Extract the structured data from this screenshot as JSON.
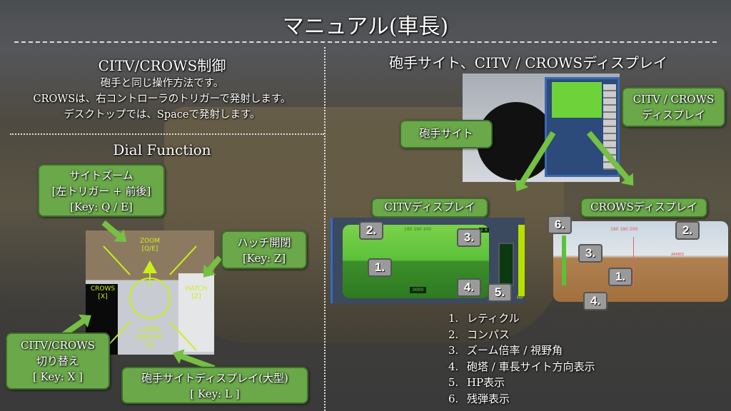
{
  "title": "マニュアル(車長)",
  "left": {
    "heading": "CITV/CROWS制御",
    "lines": [
      "砲手と同じ操作方法です。",
      "CROWSは、右コントローラのトリガーで発射します。",
      "デスクトップでは、Spaceで発射します。"
    ],
    "dial_heading": "Dial Function",
    "callouts": {
      "zoom": [
        "サイトズーム",
        "[左トリガー + 前後]",
        "[Key: Q / E]"
      ],
      "hatch": [
        "ハッチ開閉",
        "[Key: Z]"
      ],
      "switch": [
        "CITV/CROWS",
        "切り替え",
        "[ Key: X ]"
      ],
      "large": [
        "砲手サイトディスプレイ(大型)",
        "[ Key: L ]"
      ]
    },
    "dial": {
      "zoom": [
        "ZOOM",
        "[Q/E]"
      ],
      "crows": [
        "CROWS",
        "[X]"
      ],
      "hatch": [
        "HATCH",
        "[Z]"
      ],
      "large": [
        "LARGE",
        "DISPLAY",
        "[L]"
      ]
    }
  },
  "right": {
    "heading": "砲手サイト、CITV / CROWSディスプレイ",
    "gunner_sight": "砲手サイト",
    "citv_crows_display": [
      "CITV / CROWS",
      "ディスプレイ"
    ],
    "citv_label": "CITVディスプレイ",
    "crows_label": "CROWSディスプレイ",
    "citv_hud": {
      "compass": "180   190   200",
      "zoom": "1 X",
      "hp": "HP",
      "counter": "0000"
    },
    "crows_hud": {
      "compass": "180   190   200",
      "armed": "ARMED"
    },
    "badges": [
      "1.",
      "2.",
      "3.",
      "4.",
      "5.",
      "6."
    ],
    "legend": [
      {
        "n": "1.",
        "text": "レティクル"
      },
      {
        "n": "2.",
        "text": "コンパス"
      },
      {
        "n": "3.",
        "text": "ズーム倍率 / 視野角"
      },
      {
        "n": "4.",
        "text": "砲塔 / 車長サイト方向表示"
      },
      {
        "n": "5.",
        "text": "HP表示"
      },
      {
        "n": "6.",
        "text": "残弾表示"
      }
    ]
  },
  "colors": {
    "callout": "#6aa84a",
    "hud": "#c9f01a",
    "citv_green": "#5cc13a"
  }
}
